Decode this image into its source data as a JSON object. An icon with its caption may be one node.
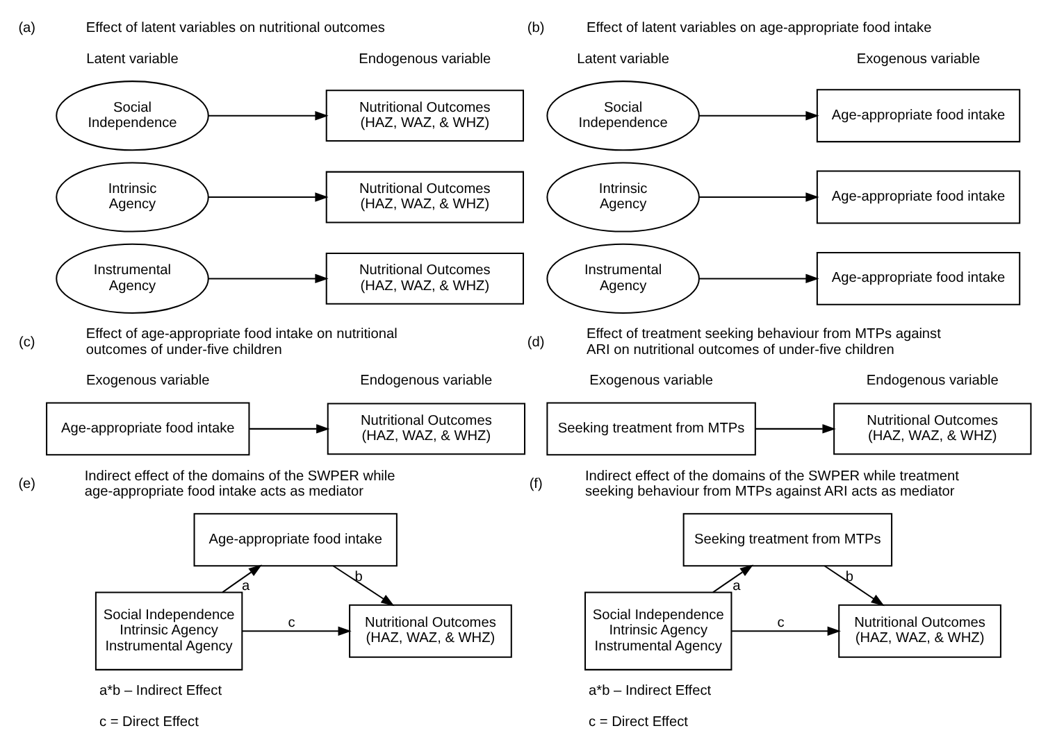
{
  "diagram": {
    "nodes": [
      {
        "text": [
          "Social Independence"
        ]
      },
      {
        "text": [
          "Nutritional Outcomes (HAZ, WAZ, & WHZ)"
        ]
      },
      {
        "text": [
          "Intrinsic Agency"
        ]
      },
      {
        "text": [
          "Nutritional Outcomes (HAZ, WAZ, & WHZ)"
        ]
      },
      {
        "text": [
          "Instrumental Agency"
        ]
      },
      {
        "text": [
          "Nutritional Outcomes (HAZ, WAZ, & WHZ)"
        ]
      },
      {
        "text": [
          "Social Independence"
        ]
      },
      {
        "text": [
          "Age-appropriate food intake"
        ]
      },
      {
        "text": [
          "Intrinsic Agency"
        ]
      },
      {
        "text": [
          "Age-appropriate food intake"
        ]
      },
      {
        "text": [
          "Instrumental Agency"
        ]
      },
      {
        "text": [
          "Age-appropriate food intake"
        ]
      },
      {
        "text": [
          "Age-appropriate food intake"
        ]
      },
      {
        "text": [
          "Nutritional Outcomes (HAZ, WAZ, & WHZ)"
        ]
      },
      {
        "text": [
          "Seeking treatment from MTPs"
        ]
      },
      {
        "text": [
          "Nutritional Outcomes (HAZ, WAZ, & WHZ)"
        ]
      },
      {
        "text": [
          "Age-appropriate food intake"
        ]
      },
      {
        "text": [
          "Social Independence",
          "Intrinsic Agency",
          "Instrumental Agency"
        ]
      },
      {
        "text": [
          "Nutritional Outcomes (HAZ, WAZ, & WHZ)"
        ]
      },
      {
        "text": [
          "Seeking treatment from MTPs"
        ]
      },
      {
        "text": [
          "Social Independence",
          "Intrinsic Agency",
          "Instrumental Agency"
        ]
      },
      {
        "text": [
          "Nutritional Outcomes (HAZ, WAZ, & WHZ)"
        ]
      }
    ],
    "edges": [
      {
        "from": 0,
        "to": 1,
        "arrow": "to"
      },
      {
        "from": 2,
        "to": 3,
        "arrow": "to"
      },
      {
        "from": 4,
        "to": 5,
        "arrow": "to"
      },
      {
        "from": 6,
        "to": 7,
        "arrow": "to"
      },
      {
        "from": 8,
        "to": 9,
        "arrow": "to"
      },
      {
        "from": 10,
        "to": 11,
        "arrow": "to"
      },
      {
        "from": 12,
        "to": 13,
        "arrow": "to"
      },
      {
        "from": 14,
        "to": 15,
        "arrow": "to"
      },
      {
        "from": 17,
        "to": 16,
        "arrow": "to",
        "label": "a"
      },
      {
        "from": 16,
        "to": 18,
        "arrow": "to",
        "label": "b"
      },
      {
        "from": 17,
        "to": 18,
        "arrow": "to",
        "label": "c"
      },
      {
        "from": 20,
        "to": 19,
        "arrow": "to",
        "label": "a"
      },
      {
        "from": 19,
        "to": 21,
        "arrow": "to",
        "label": "b"
      },
      {
        "from": 20,
        "to": 21,
        "arrow": "to",
        "label": "c"
      }
    ],
    "labels": [
      "(a)",
      "Effect of latent variables on nutritional outcomes",
      "(b)",
      "Effect of latent variables on age-appropriate food intake",
      "Latent variable",
      "Endogenous variable",
      "Latent variable",
      "Exogenous variable",
      "(c)",
      "Effect of age-appropriate food intake on nutritional outcomes of under-five children",
      "(d)",
      "Effect of treatment seeking behaviour from MTPs against ARI on nutritional outcomes of under-five children",
      "Exogenous variable",
      "Endogenous variable",
      "Exogenous variable",
      "Endogenous variable",
      "(e)",
      "Indirect effect of the domains of the SWPER while age-appropriate food intake acts as mediator",
      "(f)",
      "Indirect effect of the domains of the SWPER while treatment seeking behaviour from MTPs against ARI acts as mediator",
      "a*b – Indirect Effect",
      "a*b – Indirect Effect",
      "c = Direct Effect",
      "c = Direct Effect"
    ]
  }
}
